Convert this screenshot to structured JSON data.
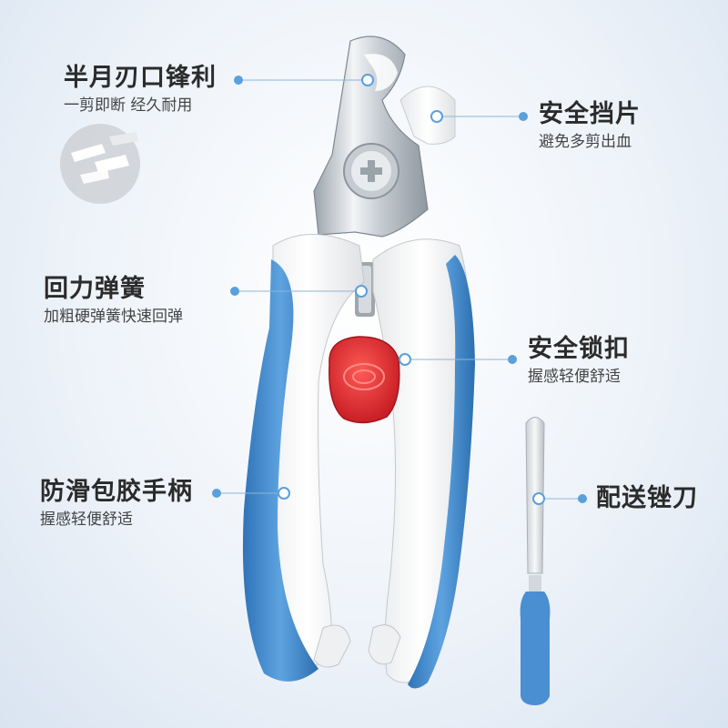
{
  "callouts": {
    "blade": {
      "title": "半月刃口锋利",
      "subtitle": "一剪即断 经久耐用"
    },
    "guard": {
      "title": "安全挡片",
      "subtitle": "避免多剪出血"
    },
    "spring": {
      "title": "回力弹簧",
      "subtitle": "加粗硬弹簧快速回弹"
    },
    "lock": {
      "title": "安全锁扣",
      "subtitle": "握感轻便舒适"
    },
    "handle": {
      "title": "防滑包胶手柄",
      "subtitle": "握感轻便舒适"
    },
    "file": {
      "title": "配送锉刀"
    }
  },
  "colors": {
    "accent_blue": "#4a90d0",
    "handle_blue": "#3d86cc",
    "lock_red": "#e0282e",
    "steel": "#d6dbe0",
    "dot": "#5aa0dc"
  },
  "icons": {
    "cut-demo": "broken-nail-icon",
    "screw": "cross-screw-icon"
  }
}
